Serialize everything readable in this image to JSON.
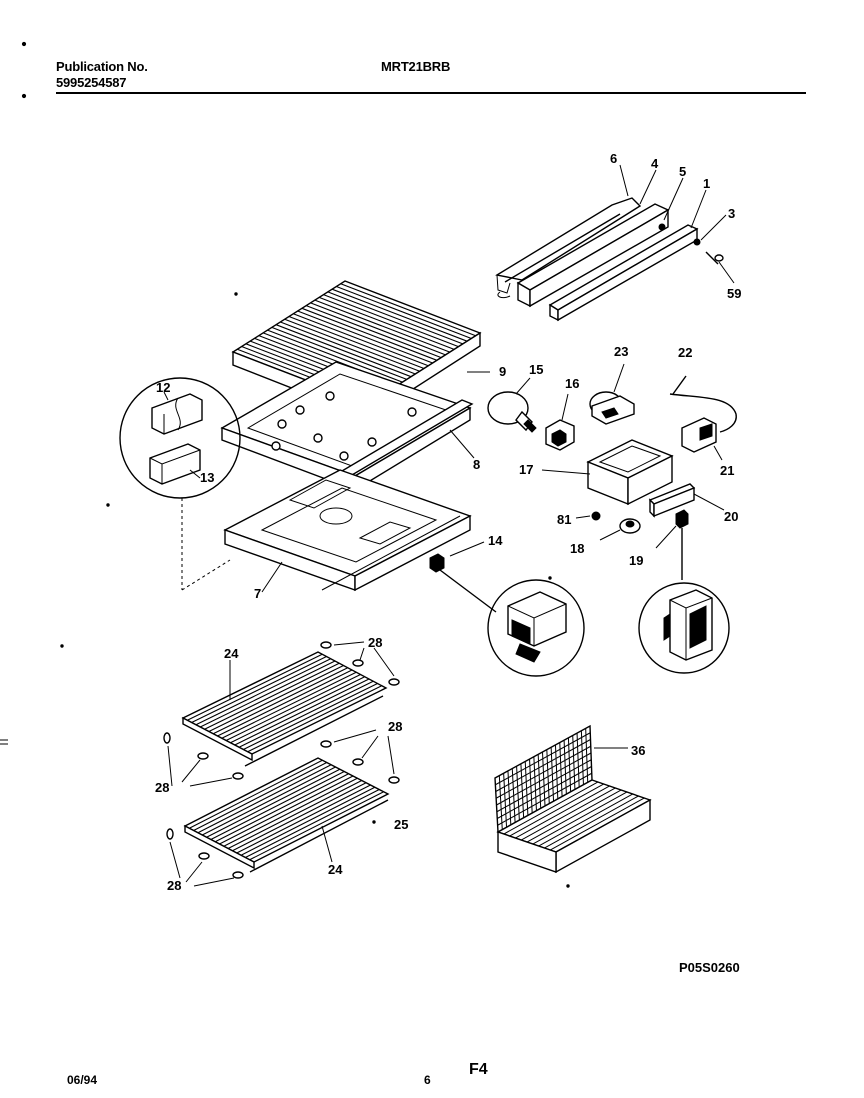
{
  "header": {
    "publication_label": "Publication No.",
    "publication_number": "5995254587",
    "model": "MRT21BRB"
  },
  "footer": {
    "date": "06/94",
    "page": "6",
    "figure": "F4"
  },
  "diagram_code": "P05S0260",
  "callouts": [
    {
      "id": "c6",
      "text": "6"
    },
    {
      "id": "c4",
      "text": "4"
    },
    {
      "id": "c5",
      "text": "5"
    },
    {
      "id": "c1",
      "text": "1"
    },
    {
      "id": "c3",
      "text": "3"
    },
    {
      "id": "c59",
      "text": "59"
    },
    {
      "id": "c9",
      "text": "9"
    },
    {
      "id": "c15",
      "text": "15"
    },
    {
      "id": "c23",
      "text": "23"
    },
    {
      "id": "c22",
      "text": "22"
    },
    {
      "id": "c16",
      "text": "16"
    },
    {
      "id": "c12",
      "text": "12"
    },
    {
      "id": "c13",
      "text": "13"
    },
    {
      "id": "c8",
      "text": "8"
    },
    {
      "id": "c17",
      "text": "17"
    },
    {
      "id": "c21",
      "text": "21"
    },
    {
      "id": "c81",
      "text": "81"
    },
    {
      "id": "c20",
      "text": "20"
    },
    {
      "id": "c18",
      "text": "18"
    },
    {
      "id": "c19",
      "text": "19"
    },
    {
      "id": "c14",
      "text": "14"
    },
    {
      "id": "c7",
      "text": "7"
    },
    {
      "id": "c24a",
      "text": "24"
    },
    {
      "id": "c28a",
      "text": "28"
    },
    {
      "id": "c28b",
      "text": "28"
    },
    {
      "id": "c28c",
      "text": "28"
    },
    {
      "id": "c28d",
      "text": "28"
    },
    {
      "id": "c36",
      "text": "36"
    },
    {
      "id": "c25",
      "text": "25"
    },
    {
      "id": "c24b",
      "text": "24"
    }
  ]
}
